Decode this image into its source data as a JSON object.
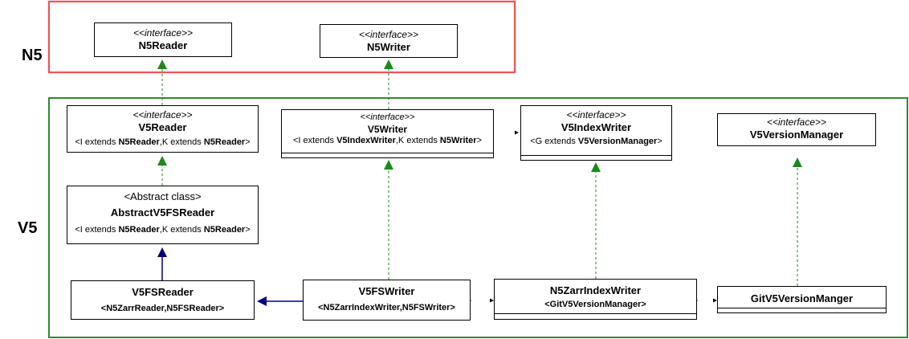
{
  "groups": {
    "n5": {
      "label": "N5"
    },
    "v5": {
      "label": "V5"
    }
  },
  "classes": {
    "n5reader": {
      "stereotype": "<<interface>>",
      "name": "N5Reader"
    },
    "n5writer": {
      "stereotype": "<<interface>>",
      "name": "N5Writer"
    },
    "v5reader": {
      "stereotype": "<<interface>>",
      "name": "V5Reader",
      "params": {
        "p1": "<I extends ",
        "p2": "N5Reader",
        "p3": ",K extends ",
        "p4": "N5Reader",
        "p5": ">"
      }
    },
    "v5writer": {
      "stereotype": "<<interface>>",
      "name": "V5Writer",
      "params": {
        "p1": "<I extends ",
        "p2": "V5IndexWriter",
        "p3": ",K extends ",
        "p4": "N5Writer",
        "p5": ">"
      }
    },
    "v5indexwriter": {
      "stereotype": "<<interface>>",
      "name": "V5IndexWriter",
      "params": {
        "p1": "<G extends ",
        "p2": "V5VersionManager",
        "p3": ">"
      }
    },
    "v5versionmanager": {
      "stereotype": "<<interface>>",
      "name": "V5VersionManager"
    },
    "abstractv5fsreader": {
      "stereotype": "<Abstract class>",
      "name": "AbstractV5FSReader",
      "params": {
        "p1": "<I extends ",
        "p2": "N5Reader",
        "p3": ",K extends ",
        "p4": "N5Reader",
        "p5": ">"
      }
    },
    "v5fsreader": {
      "name": "V5FSReader",
      "params": "<N5ZarrReader,N5FSReader>"
    },
    "v5fswriter": {
      "name": "V5FSWriter",
      "params": "<N5ZarrIndexWriter,N5FSWriter>"
    },
    "n5zarrindexwriter": {
      "name": "N5ZarrIndexWriter",
      "params": "<GitV5VersionManager>"
    },
    "gitv5versionmanger": {
      "name": "GitV5VersionManger"
    }
  },
  "colors": {
    "n5_border": "#f05252",
    "v5_border": "#2e8b2e",
    "realization": "#1a8a1a",
    "inheritance": "#00007f"
  }
}
